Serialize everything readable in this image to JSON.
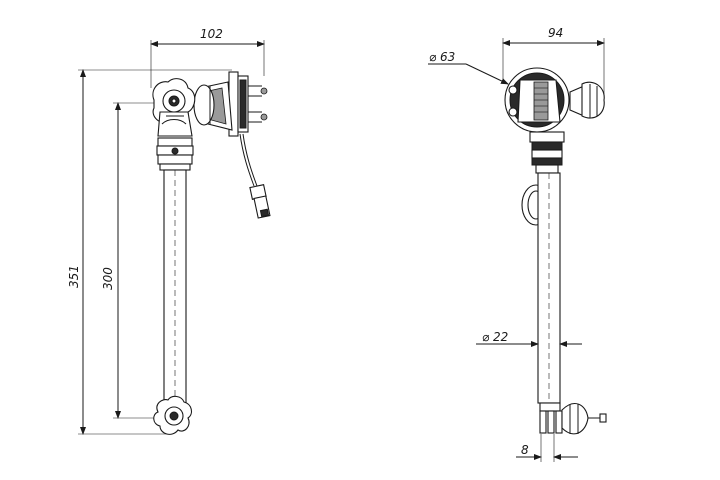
{
  "drawing": {
    "dimensions": {
      "width_left": "102",
      "width_right": "94",
      "total_height": "351",
      "inner_height": "300",
      "diameter_head": "⌀ 63",
      "diameter_tube": "⌀ 22",
      "foot_width": "8"
    }
  },
  "colors": {
    "line": "#1a1a1a",
    "background": "#ffffff"
  }
}
